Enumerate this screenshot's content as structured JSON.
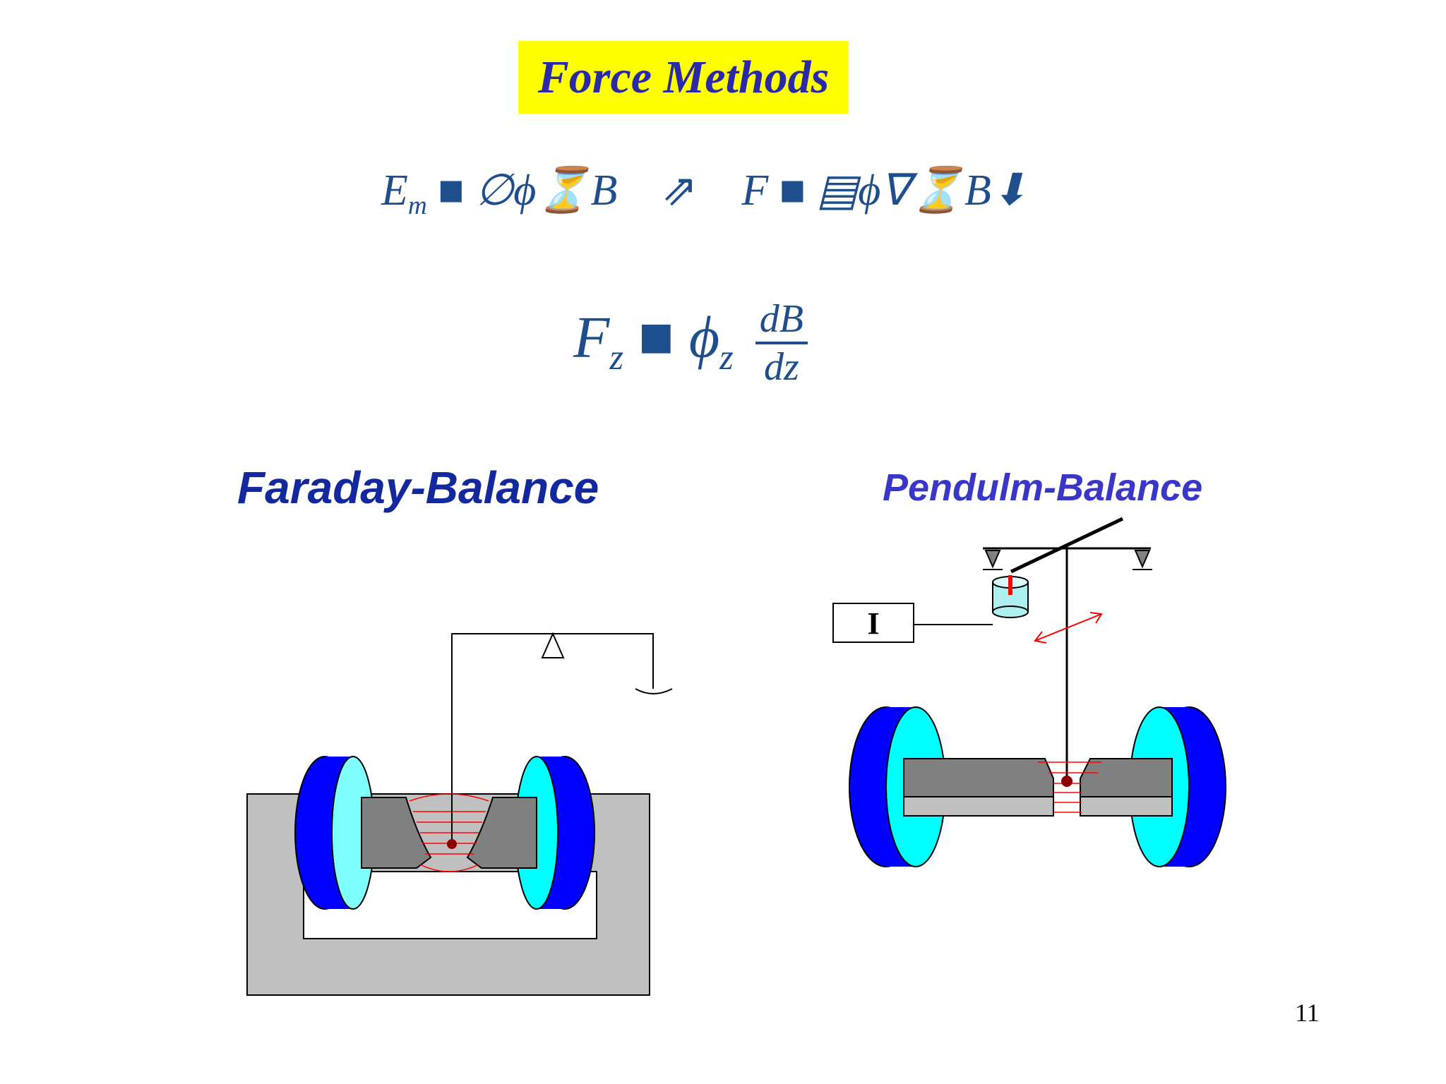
{
  "slide": {
    "title": "Force Methods",
    "equation1": {
      "lhs_main": "E",
      "lhs_sub": "m",
      "eq_sym": "■",
      "rhs_part": "∅ϕ⏳B",
      "arrow": "⇗",
      "rhs2_main": "F",
      "rhs2_eq": "■",
      "rhs2_part": "▤ϕ∇⏳B⬇"
    },
    "equation2": {
      "lhs_main": "F",
      "lhs_sub": "z",
      "eq_sym": "■",
      "mid_main": "ϕ",
      "mid_sub": "z",
      "frac_num": "dB",
      "frac_den": "dz"
    },
    "faraday_heading": "Faraday-Balance",
    "pendulum_heading": "Pendulm-Balance",
    "pendulum_box_label": "I",
    "page_number": "11"
  },
  "colors": {
    "title_bg": "#ffff00",
    "title_text": "#2a2aa8",
    "equation": "#1f4e8c",
    "magnet_blue": "#0000ff",
    "magnet_cyan": "#00ffff",
    "pole_gray": "#808080",
    "yoke_gray": "#c0c0c0",
    "field_red": "#ff0000"
  }
}
